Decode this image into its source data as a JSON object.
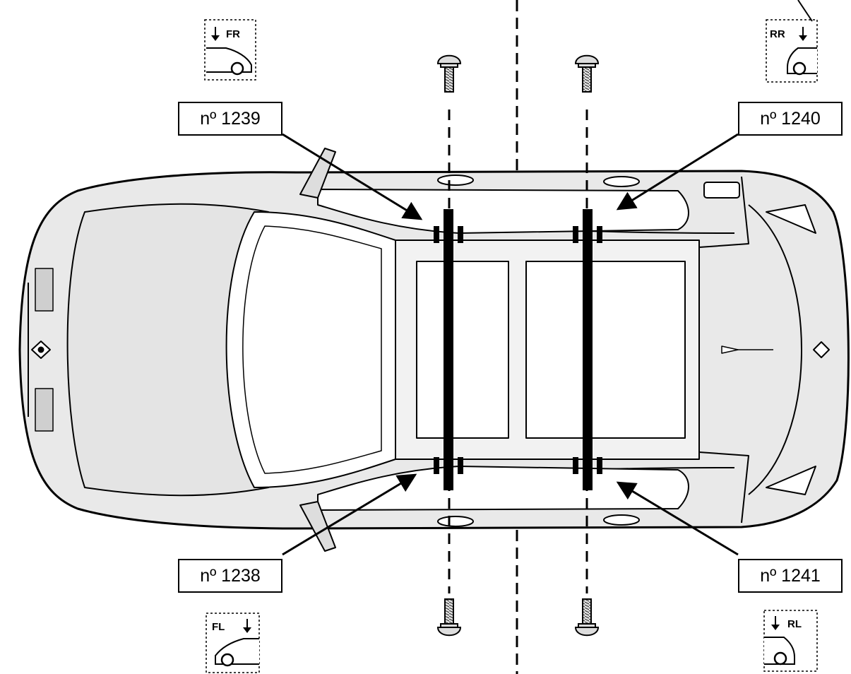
{
  "part_labels": {
    "front_right": "nº 1239",
    "rear_right": "nº 1240",
    "front_left": "nº 1238",
    "rear_left": "nº 1241"
  },
  "position_tags": {
    "front_right": "FR",
    "rear_right": "RR",
    "front_left": "FL",
    "rear_left": "RL"
  },
  "icons": [
    "car-top-view-icon",
    "roof-bar-icon",
    "bolt-icon",
    "car-side-icon",
    "down-arrow-icon",
    "manufacturer-logo-icon"
  ],
  "colors": {
    "line": "#000000",
    "fill": "#e9e9e9",
    "bar": "#000000"
  }
}
